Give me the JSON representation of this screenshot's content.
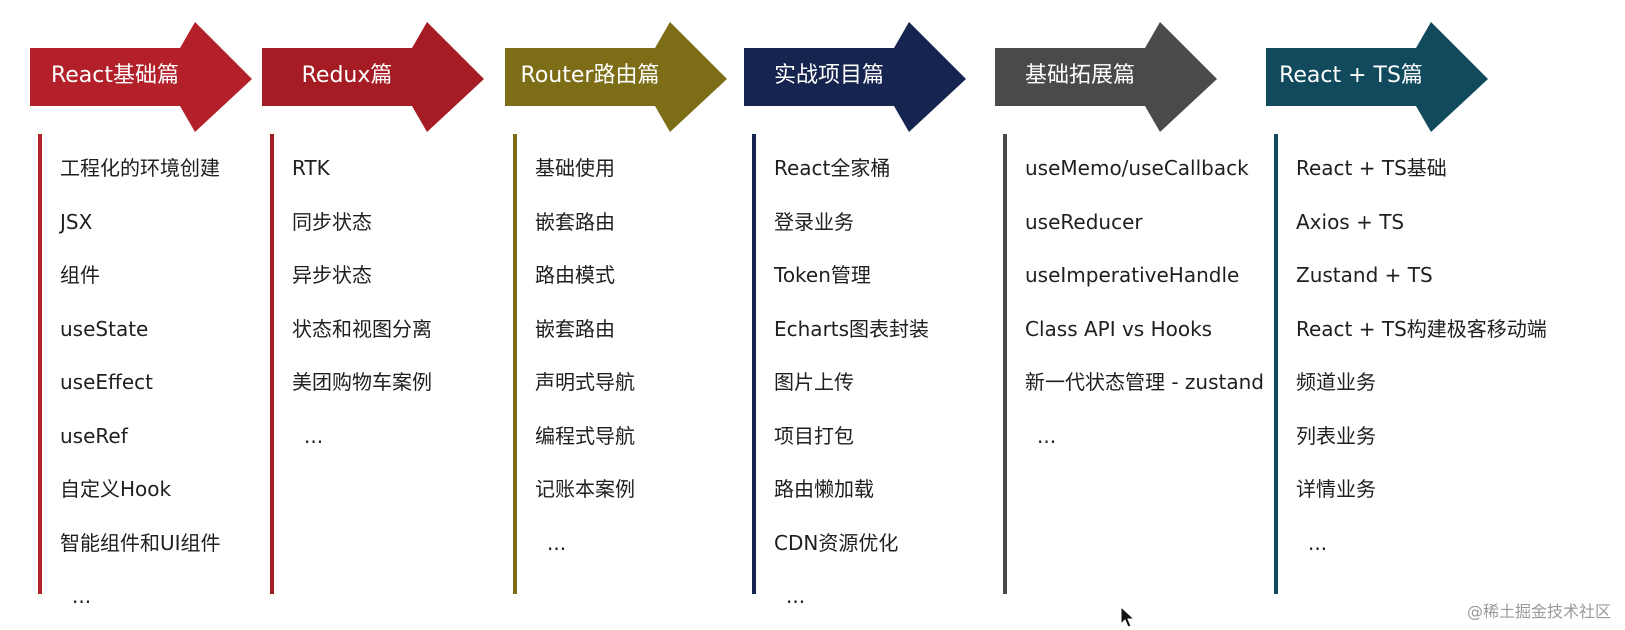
{
  "stages": [
    {
      "title": "React基础篇",
      "color": "#b3202a",
      "items": [
        "工程化的环境创建",
        "JSX",
        "组件",
        "useState",
        "useEffect",
        "useRef",
        "自定义Hook",
        "智能组件和UI组件",
        "..."
      ]
    },
    {
      "title": "Redux篇",
      "color": "#a61c24",
      "items": [
        "RTK",
        "同步状态",
        "异步状态",
        "状态和视图分离",
        "美团购物车案例",
        "..."
      ]
    },
    {
      "title": "Router路由篇",
      "color": "#7c6d16",
      "items": [
        "基础使用",
        "嵌套路由",
        "路由模式",
        "嵌套路由",
        "声明式导航",
        "编程式导航",
        "记账本案例",
        "..."
      ]
    },
    {
      "title": "实战项目篇",
      "color": "#16254f",
      "items": [
        "React全家桶",
        "登录业务",
        "Token管理",
        "Echarts图表封装",
        "图片上传",
        "项目打包",
        "路由懒加载",
        "CDN资源优化",
        "..."
      ]
    },
    {
      "title": "基础拓展篇",
      "color": "#4a4a4a",
      "items": [
        "useMemo/useCallback",
        "useReducer",
        "useImperativeHandle",
        "Class API vs Hooks",
        "新一代状态管理 - zustand",
        "..."
      ]
    },
    {
      "title": "React + TS篇",
      "color": "#114a5c",
      "items": [
        "React + TS基础",
        "Axios + TS",
        "Zustand + TS",
        "React + TS构建极客移动端",
        "频道业务",
        "列表业务",
        "详情业务",
        "..."
      ]
    }
  ],
  "watermark": "@稀土掘金技术社区"
}
